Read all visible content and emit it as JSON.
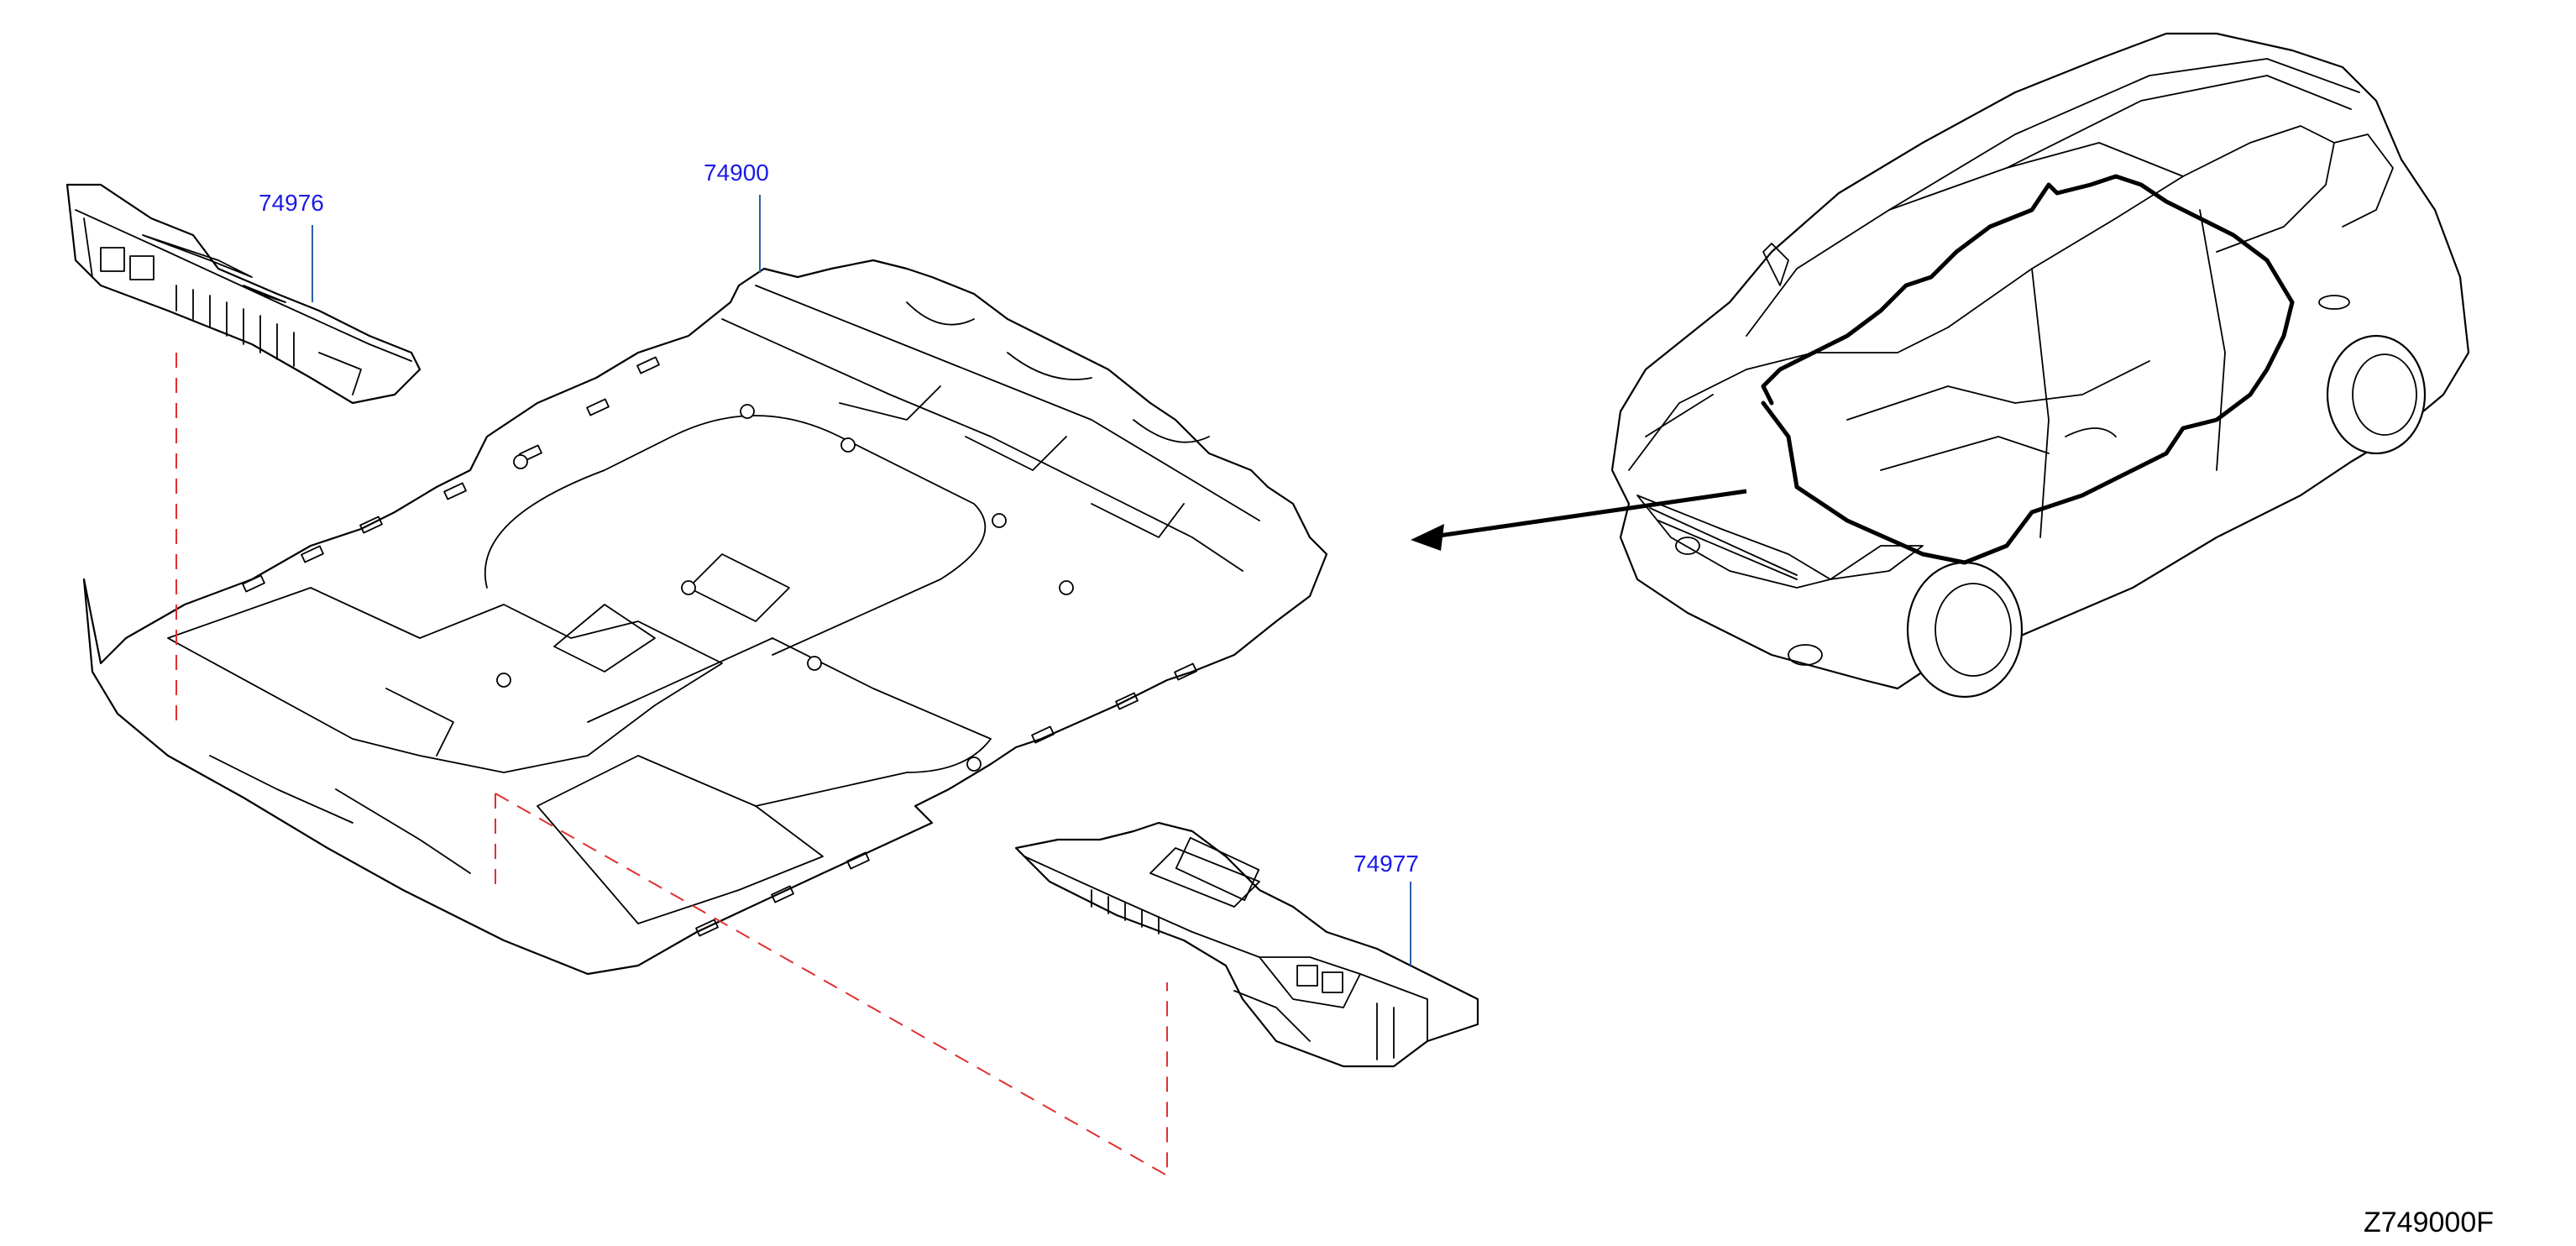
{
  "callouts": {
    "floor_carpet": "74900",
    "left_pad": "74976",
    "right_pad": "74977"
  },
  "reference_code": "Z749000F",
  "colors": {
    "callout_text": "#1a1ae6",
    "leader_line": "#2a5fa8",
    "dashed_line": "#e03030",
    "linework": "#000000",
    "background": "#ffffff"
  }
}
